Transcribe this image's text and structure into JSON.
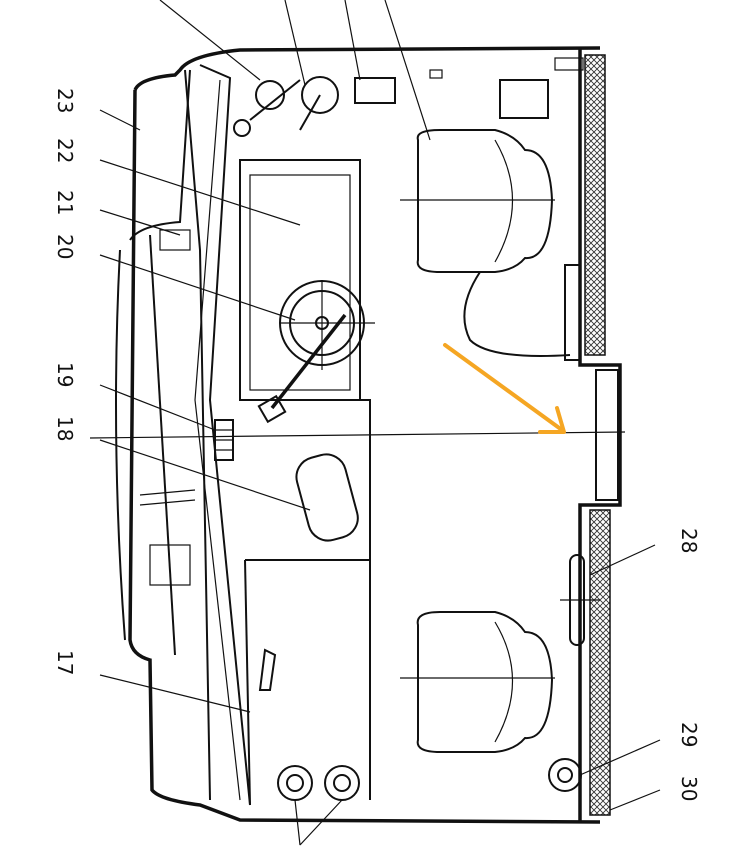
{
  "diagram": {
    "labels": [
      "23",
      "22",
      "21",
      "20",
      "19",
      "18",
      "17",
      "28",
      "29",
      "30"
    ],
    "arrow_color": "#F5A623",
    "line_color": "#111111"
  }
}
